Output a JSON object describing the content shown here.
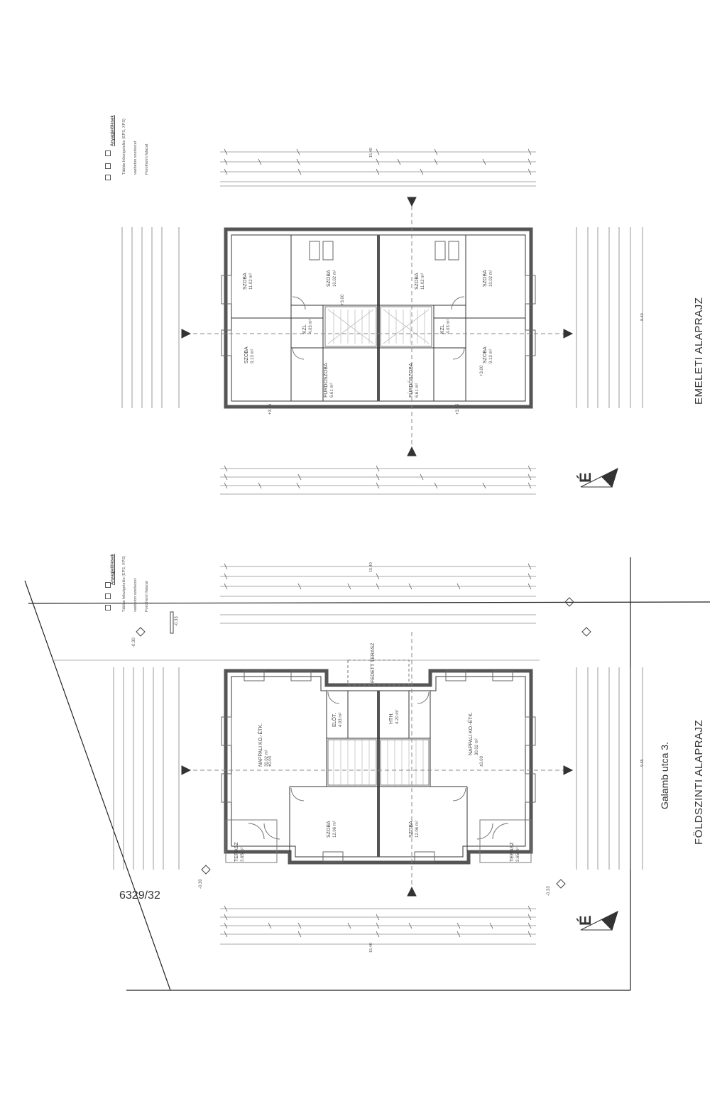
{
  "drawing": {
    "ground_floor_title": "FÖLDSZINTI ALAPRAJZ",
    "upper_floor_title": "EMELETI ALAPRAJZ",
    "street_address": "Galamb utca 3.",
    "parcel_number": "6329/32",
    "north_mark": "É"
  },
  "legend": {
    "title": "Anyagjelölések",
    "items": [
      "Porotherm falazat",
      "vasbeton szerkezet",
      "Táblás hőszigetelés (EPS, XPS)"
    ]
  },
  "ground_floor": {
    "rooms": [
      {
        "name": "NAPPALI KO.-ÉTK.",
        "area": "30.02 m²"
      },
      {
        "name": "NAPPALI KO.-ÉTK.",
        "area": "30.02 m²"
      },
      {
        "name": "SZOBA",
        "area": "12.06 m²"
      },
      {
        "name": "SZOBA",
        "area": "12.06 m²"
      },
      {
        "name": "ELŐT.",
        "area": "4.93 m²"
      },
      {
        "name": "HTH.",
        "area": "4.20 m²"
      },
      {
        "name": "TERASZ",
        "area": "3.65 m²"
      },
      {
        "name": "TERASZ",
        "area": "3.65 m²"
      },
      {
        "name": "FEDETT TERASZ",
        "area": ""
      }
    ],
    "levels": [
      "±0.00",
      "±0.00",
      "-0.30",
      "-0.30",
      "-0.33",
      "-0.33"
    ],
    "overall_length": "15.40",
    "overall_width": "9.65"
  },
  "upper_floor": {
    "rooms": [
      {
        "name": "SZOBA",
        "area": "11.02 m²"
      },
      {
        "name": "SZOBA",
        "area": "10.02 m²"
      },
      {
        "name": "SZOBA",
        "area": "11.02 m²"
      },
      {
        "name": "SZOBA",
        "area": "10.02 m²"
      },
      {
        "name": "SZOBA",
        "area": "9.13 m²"
      },
      {
        "name": "SZOBA",
        "area": "9.13 m²"
      },
      {
        "name": "FÜRDŐSZOBA",
        "area": "6.61 m²"
      },
      {
        "name": "FÜRDŐSZOBA",
        "area": "6.61 m²"
      },
      {
        "name": "KZL",
        "area": "4.03 m²"
      },
      {
        "name": "KZL",
        "area": "4.03 m²"
      }
    ],
    "levels": [
      "+3.00",
      "+3.00",
      "+3.15",
      "+3.15"
    ],
    "overall_length": "15.40",
    "overall_width": "8.40"
  }
}
